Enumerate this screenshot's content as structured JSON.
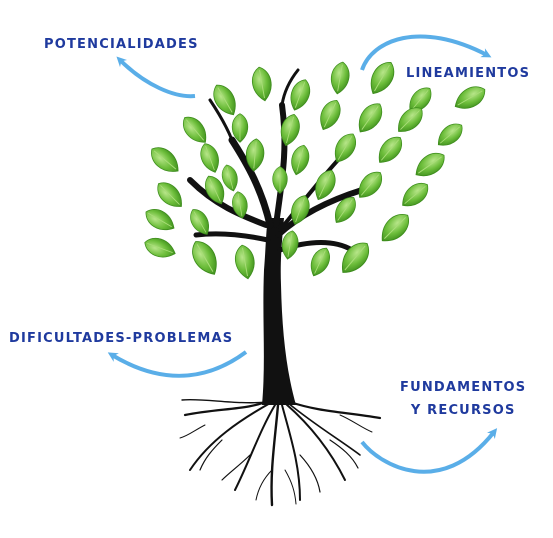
{
  "colors": {
    "label_text": "#1f3a9e",
    "arrow": "#5aaee8",
    "trunk": "#111111",
    "leaf_dark": "#3a8a1a",
    "leaf_mid": "#62b534",
    "leaf_light": "#a9dd78"
  },
  "labels": {
    "potencialidades": "POTENCIALIDADES",
    "lineamientos": "LINEAMIENTOS",
    "dificultades": "DIFICULTADES-PROBLEMAS",
    "fundamentos_line1": "FUNDAMENTOS",
    "fundamentos_line2": "Y RECURSOS"
  },
  "icons": [
    "tree-illustration",
    "curved-arrow-icon"
  ]
}
